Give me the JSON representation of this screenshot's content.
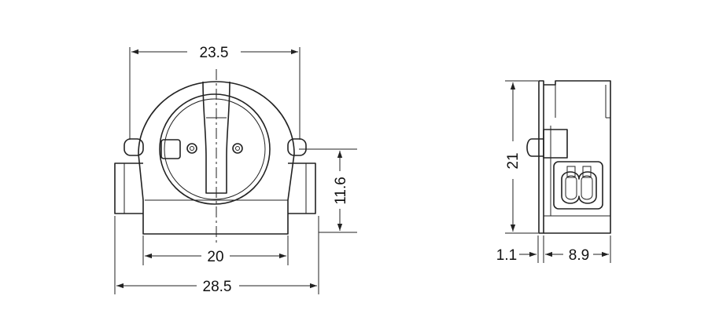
{
  "front_view": {
    "dim_top_width": "23.5",
    "dim_height": "11.6",
    "dim_base_width": "20",
    "dim_overall_width": "28.5"
  },
  "side_view": {
    "dim_height": "21",
    "dim_wall": "1.1",
    "dim_depth": "8.9"
  }
}
